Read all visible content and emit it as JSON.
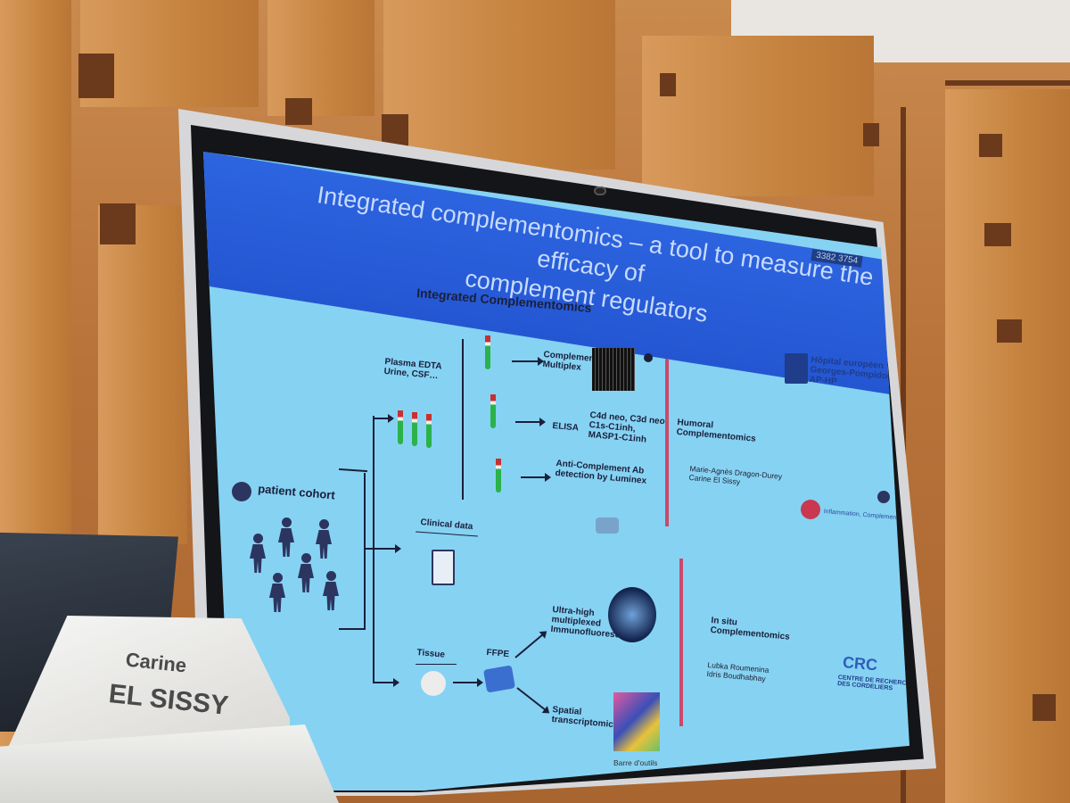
{
  "slide": {
    "title_line1": "Integrated complementomics – a tool to measure the efficacy of",
    "title_line2": "complement regulators",
    "code_badge": "3382 3754",
    "subtitle": "Integrated Complementomics",
    "patient_cohort": "patient cohort",
    "sample_types_line1": "Plasma EDTA",
    "sample_types_line2": "Urine, CSF…",
    "clinical_data": "Clinical data",
    "tissue": "Tissue",
    "ffpe": "FFPE",
    "assays": {
      "complement_multiplex_1": "Complement",
      "complement_multiplex_2": "Multiplex",
      "elisa": "ELISA",
      "elisa_targets_1": "C4d neo, C3d neo",
      "elisa_targets_2": "C1s-C1inh,",
      "elisa_targets_3": "MASP1-C1inh",
      "luminex_1": "Anti-Complement Ab",
      "luminex_2": "detection by Luminex",
      "ultra_high_1": "Ultra-high",
      "ultra_high_2": "multiplexed",
      "ultra_high_3": "Immunofluorescence",
      "spatial_1": "Spatial",
      "spatial_2": "transcriptomics"
    },
    "humoral_1": "Humoral",
    "humoral_2": "Complementomics",
    "humoral_people_1": "Marie-Agnès Dragon-Durey",
    "humoral_people_2": "Carine El Sissy",
    "insitu_1": "In situ",
    "insitu_2": "Complementomics",
    "insitu_people_1": "Lubka Roumenina",
    "insitu_people_2": "Idris Boudhabhay",
    "hospital_1": "Hôpital européen",
    "hospital_2": "Georges-Pompidou",
    "hospital_3": "AP-HP",
    "crc_logo": "CRC",
    "crc_name_1": "CENTRE DE RECHERCHE",
    "crc_name_2": "DES CORDELIERS",
    "inflammation_logo": "Inflammation, Complement and Cancer",
    "toolbar_label": "Barre d'outils"
  },
  "nameplate": {
    "first_name": "Carine",
    "last_name": "EL SISSY"
  }
}
